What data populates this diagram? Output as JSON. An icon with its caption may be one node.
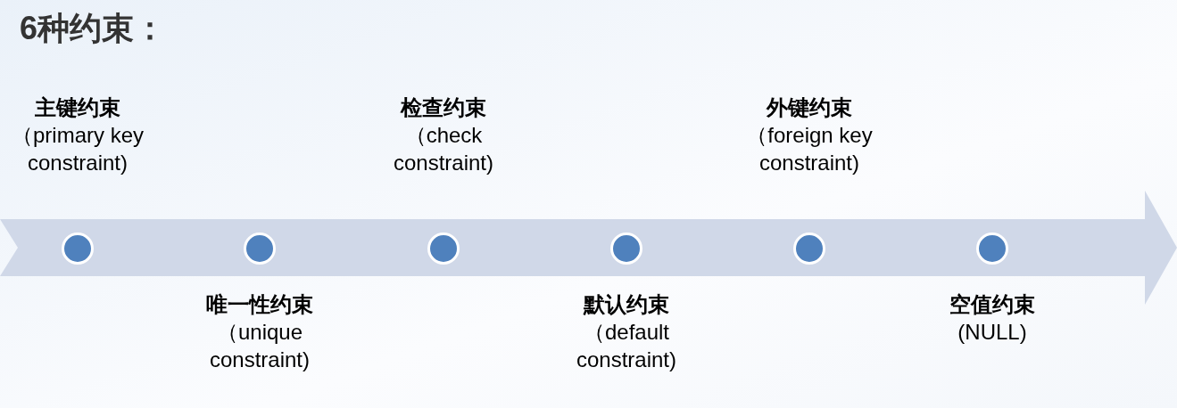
{
  "diagram": {
    "title": "6种约束：",
    "nodes": [
      {
        "text": [],
        "shape": "circle",
        "beside": [
          "主键约束",
          "（primary key constraint)"
        ]
      },
      {
        "text": [],
        "shape": "circle",
        "beside": [
          "唯一性约束",
          "（unique constraint)"
        ]
      },
      {
        "text": [],
        "shape": "circle",
        "beside": [
          "检查约束",
          "（check constraint)"
        ]
      },
      {
        "text": [],
        "shape": "circle",
        "beside": [
          "默认约束",
          "（default constraint)"
        ]
      },
      {
        "text": [],
        "shape": "circle",
        "beside": [
          "外键约束",
          "（foreign key constraint)"
        ]
      },
      {
        "text": [],
        "shape": "circle",
        "beside": [
          "空值约束",
          "(NULL)"
        ]
      }
    ]
  }
}
